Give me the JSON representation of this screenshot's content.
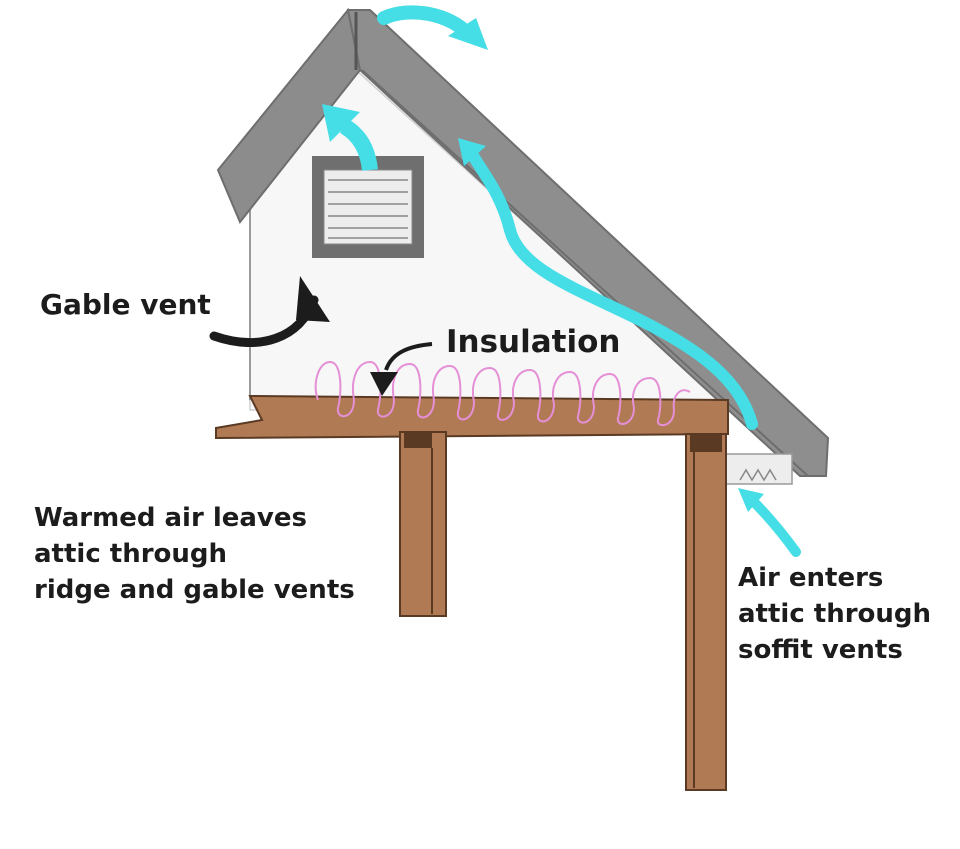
{
  "labels": {
    "gable_vent": "Gable vent",
    "insulation": "Insulation",
    "warmed_air": "Warmed air leaves\nattic through\nridge and gable vents",
    "soffit_air": "Air enters\nattic through\nsoffit vents"
  },
  "colors": {
    "roof": "#8c8c8c",
    "roof_edge": "#6e6e6e",
    "wood": "#b07a55",
    "wood_dark": "#5a3a22",
    "airflow": "#45dde6",
    "insulation": "#e48fd6",
    "attic_wall": "#f7f7f7",
    "vent_frame": "#6f6f6f",
    "vent_louver": "#ededed",
    "pointer_arrow": "#1c1c1c"
  },
  "icons": [
    "airflow-arrow-icon",
    "pointer-arrow-icon",
    "louver-vent-icon",
    "soffit-vent-icon"
  ]
}
